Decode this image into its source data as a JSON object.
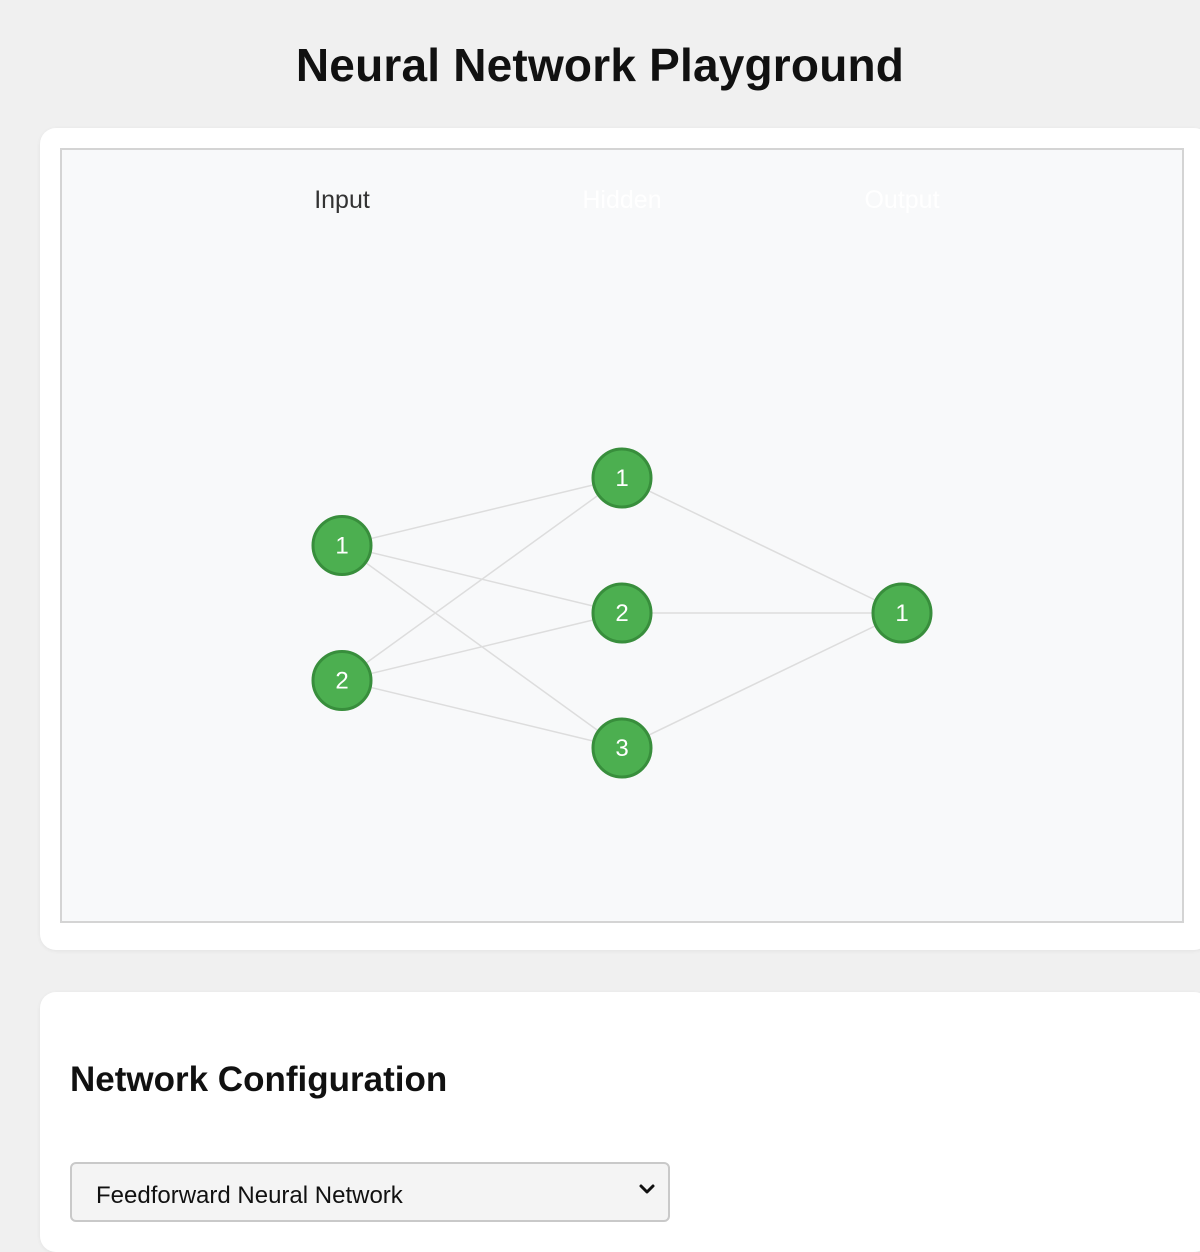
{
  "header": {
    "title": "Neural Network Playground"
  },
  "network": {
    "layer_labels": [
      "Input",
      "Hidden",
      "Output"
    ],
    "layer_label_colors": [
      "#333333",
      "#ffffff",
      "#ffffff"
    ],
    "layers": [
      {
        "neurons": [
          "1",
          "2"
        ]
      },
      {
        "neurons": [
          "1",
          "2",
          "3"
        ]
      },
      {
        "neurons": [
          "1"
        ]
      }
    ],
    "neuron_color": "#4caf50",
    "neuron_border_color": "#388e3c",
    "connection_color": "#dddddd"
  },
  "config": {
    "title": "Network Configuration",
    "network_type": {
      "selected": "Feedforward Neural Network"
    }
  },
  "icons": {
    "select_arrow": "chevron-down-icon"
  }
}
